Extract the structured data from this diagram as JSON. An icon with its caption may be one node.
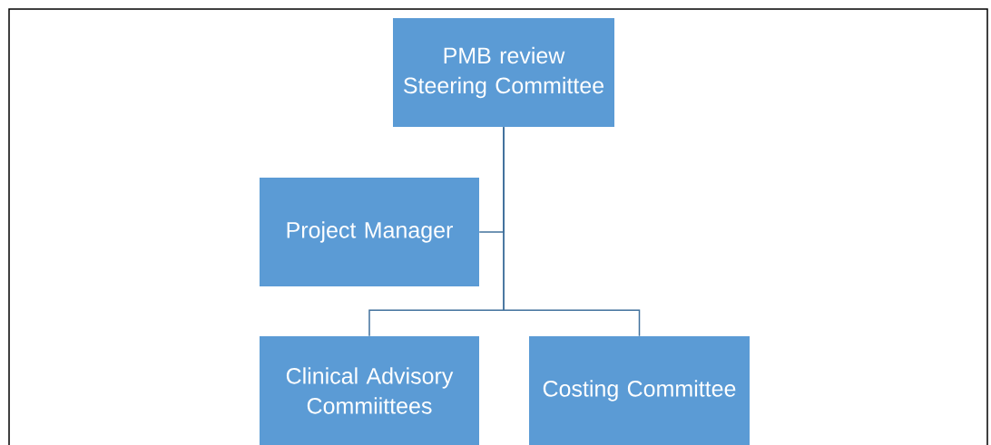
{
  "diagram": {
    "nodes": [
      {
        "text": [
          "PMB review Steering Committee"
        ]
      },
      {
        "text": [
          "Project Manager"
        ]
      },
      {
        "text": [
          "Clinical Advisory Commiittees"
        ]
      },
      {
        "text": [
          "Costing Committee"
        ]
      }
    ],
    "edges": [
      {
        "from": 0,
        "to": 1,
        "arrow": "none"
      },
      {
        "from": 0,
        "to": 2,
        "arrow": "none"
      },
      {
        "from": 0,
        "to": 3,
        "arrow": "none"
      }
    ]
  }
}
